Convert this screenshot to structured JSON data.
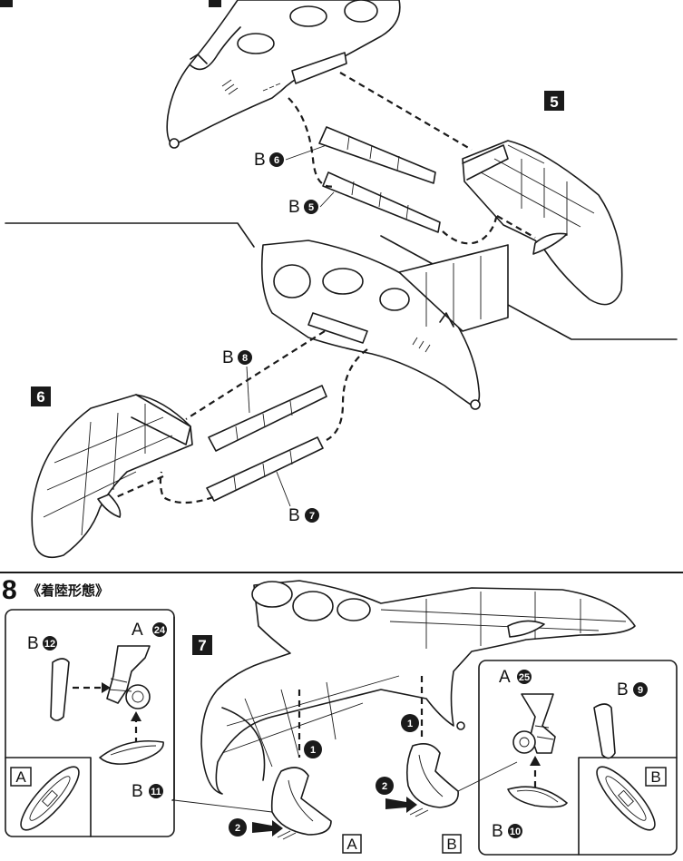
{
  "steps": {
    "step5": "5",
    "step6": "6",
    "step7": "7",
    "step8": "8"
  },
  "section8_title": "《着陸形態》",
  "callouts": {
    "b6": {
      "letter": "B",
      "num": "6"
    },
    "b5": {
      "letter": "B",
      "num": "5"
    },
    "b8": {
      "letter": "B",
      "num": "8"
    },
    "b7": {
      "letter": "B",
      "num": "7"
    },
    "b12": {
      "letter": "B",
      "num": "12"
    },
    "a24": {
      "letter": "A",
      "num": "24"
    },
    "b11": {
      "letter": "B",
      "num": "11"
    },
    "a25": {
      "letter": "A",
      "num": "25"
    },
    "b9": {
      "letter": "B",
      "num": "9"
    },
    "b10": {
      "letter": "B",
      "num": "10"
    }
  },
  "inset_labels": {
    "left": "A",
    "right": "B"
  },
  "sequence": {
    "one_left": "1",
    "one_right": "1",
    "two_left": "2",
    "two_right": "2"
  },
  "result_labels": {
    "left": "A",
    "right": "B"
  }
}
